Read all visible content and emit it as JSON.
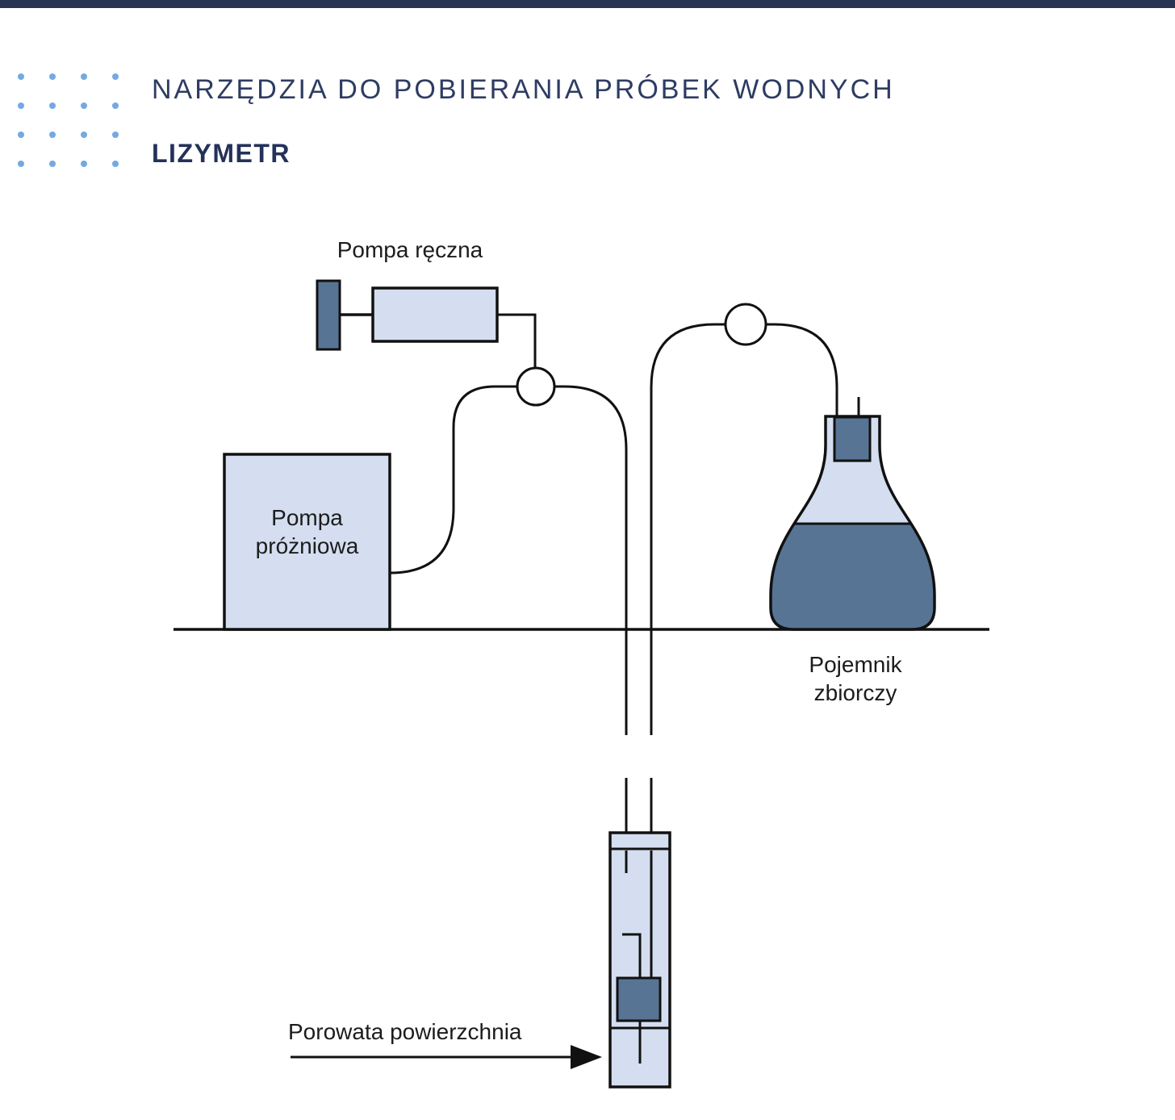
{
  "header": {
    "title": "NARZĘDZIA DO POBIERANIA PRÓBEK WODNYCH",
    "subtitle": "LIZYMETR"
  },
  "diagram": {
    "labels": {
      "hand_pump": "Pompa ręczna",
      "vacuum_pump": [
        "Pompa",
        "próżniowa"
      ],
      "collector": [
        "Pojemnik",
        "zbiorczy"
      ],
      "porous_surface": "Porowata powierzchnia"
    }
  },
  "colors": {
    "top_bar": "#283252",
    "title_text": "#2e3c63",
    "subtitle_text": "#24315a",
    "dot_grid": "#74a9e2",
    "fill_light": "#d4def0",
    "fill_dark": "#587494",
    "stroke": "#111111",
    "label_text": "#1c1c1c"
  }
}
